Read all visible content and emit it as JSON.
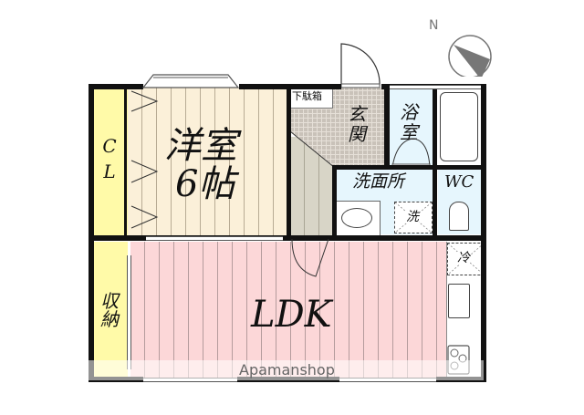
{
  "compass": {
    "north_label": "N"
  },
  "rooms": {
    "western_room": {
      "name": "洋室",
      "size": "6帖"
    },
    "closet": {
      "label_line1": "C",
      "label_line2": "L"
    },
    "storage": {
      "label_line1": "収",
      "label_line2": "納"
    },
    "shoe_box": {
      "label": "下駄箱"
    },
    "entrance": {
      "label_line1": "玄",
      "label_line2": "関"
    },
    "bathroom": {
      "label_line1": "浴",
      "label_line2": "室"
    },
    "washroom": {
      "label": "洗面所"
    },
    "washer": {
      "label": "洗"
    },
    "toilet": {
      "label": "WC"
    },
    "fridge": {
      "label": "冷"
    },
    "ldk": {
      "label": "LDK"
    }
  },
  "watermark": {
    "text": "Apamanshop"
  },
  "colors": {
    "western_room": "#fbf0d9",
    "ldk": "#fcd7d8",
    "closet": "#fffaa8",
    "wet_area": "#e6f6fd",
    "hallway": "#d8d5c7",
    "walls": "#111111"
  }
}
